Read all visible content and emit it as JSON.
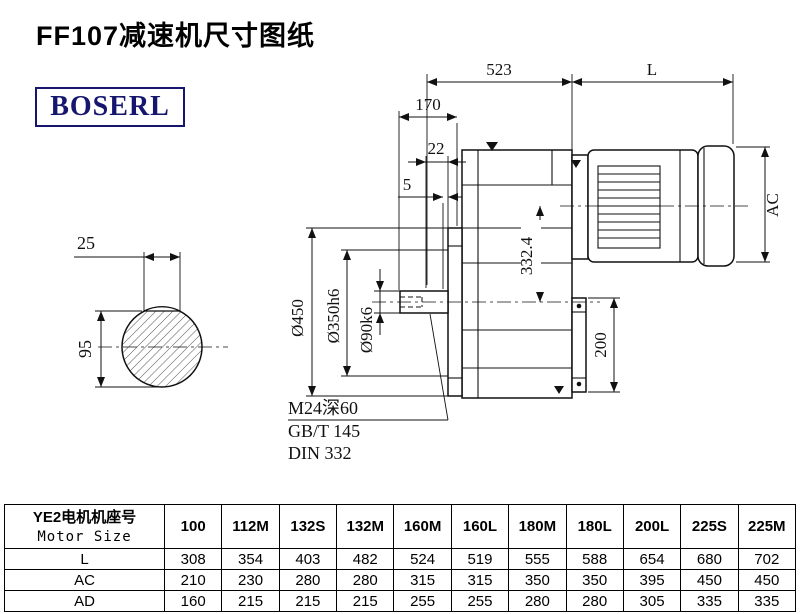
{
  "page": {
    "title": "FF107减速机尺寸图纸",
    "brand": "BOSERL"
  },
  "drawing": {
    "d523": "523",
    "dL": "L",
    "d170": "170",
    "d22": "22",
    "d5": "5",
    "dAC": "AC",
    "d200": "200",
    "d332": "332.4",
    "d450": "Ø450",
    "d350": "Ø350h6",
    "d90": "Ø90k6",
    "d25": "25",
    "d95": "95",
    "thread": "M24深60",
    "std1": "GB/T 145",
    "std2": "DIN 332"
  },
  "table": {
    "header_cn": "YE2电机机座号",
    "header_en": "Motor Size",
    "columns": [
      "100",
      "112M",
      "132S",
      "132M",
      "160M",
      "160L",
      "180M",
      "180L",
      "200L",
      "225S",
      "225M"
    ],
    "rows": [
      {
        "label": "L",
        "values": [
          "308",
          "354",
          "403",
          "482",
          "524",
          "519",
          "555",
          "588",
          "654",
          "680",
          "702"
        ]
      },
      {
        "label": "AC",
        "values": [
          "210",
          "230",
          "280",
          "280",
          "315",
          "315",
          "350",
          "350",
          "395",
          "450",
          "450"
        ]
      },
      {
        "label": "AD",
        "values": [
          "160",
          "215",
          "215",
          "215",
          "255",
          "255",
          "280",
          "280",
          "305",
          "335",
          "335"
        ]
      }
    ]
  }
}
